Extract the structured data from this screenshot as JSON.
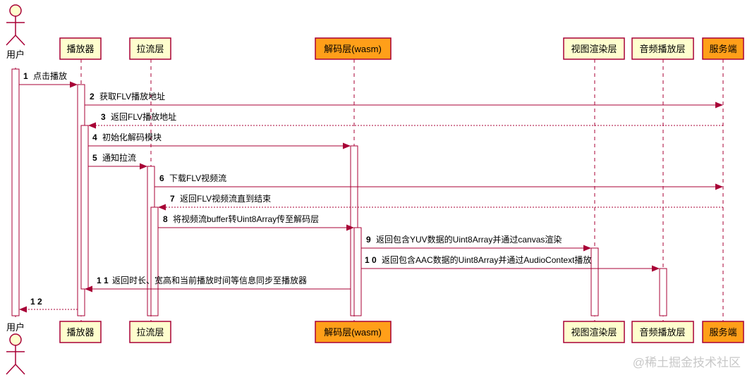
{
  "user": {
    "label": "用户"
  },
  "participants": [
    {
      "id": "player",
      "label": "播放器",
      "highlight": false
    },
    {
      "id": "pull",
      "label": "拉流层",
      "highlight": false
    },
    {
      "id": "decode",
      "label": "解码层(wasm)",
      "highlight": true
    },
    {
      "id": "video",
      "label": "视图渲染层",
      "highlight": false
    },
    {
      "id": "audio",
      "label": "音频播放层",
      "highlight": false
    },
    {
      "id": "server",
      "label": "服务端",
      "highlight": true
    }
  ],
  "messages": [
    {
      "num": "1",
      "text": "点击播放",
      "from": "user",
      "to": "player",
      "dashed": false
    },
    {
      "num": "2",
      "text": "获取FLV播放地址",
      "from": "player",
      "to": "server",
      "dashed": false
    },
    {
      "num": "3",
      "text": "返回FLV播放地址",
      "from": "server",
      "to": "player",
      "dashed": true
    },
    {
      "num": "4",
      "text": "初始化解码模块",
      "from": "player",
      "to": "decode",
      "dashed": false
    },
    {
      "num": "5",
      "text": "通知拉流",
      "from": "player",
      "to": "pull",
      "dashed": false
    },
    {
      "num": "6",
      "text": "下载FLV视频流",
      "from": "pull",
      "to": "server",
      "dashed": false
    },
    {
      "num": "7",
      "text": "返回FLV视频流直到结束",
      "from": "server",
      "to": "pull",
      "dashed": true
    },
    {
      "num": "8",
      "text": "将视频流buffer转Uint8Array传至解码层",
      "from": "pull",
      "to": "decode",
      "dashed": false
    },
    {
      "num": "9",
      "text": "返回包含YUV数据的Uint8Array并通过canvas渲染",
      "from": "decode",
      "to": "video",
      "dashed": false
    },
    {
      "num": "1 0",
      "text": "返回包含AAC数据的Uint8Array并通过AudioContext播放",
      "from": "decode",
      "to": "audio",
      "dashed": false
    },
    {
      "num": "1 1",
      "text": "返回时长、宽高和当前播放时间等信息同步至播放器",
      "from": "decode",
      "to": "player",
      "dashed": false
    },
    {
      "num": "1 2",
      "text": "",
      "from": "player",
      "to": "user",
      "dashed": true
    }
  ],
  "watermark": "@稀土掘金技术社区"
}
